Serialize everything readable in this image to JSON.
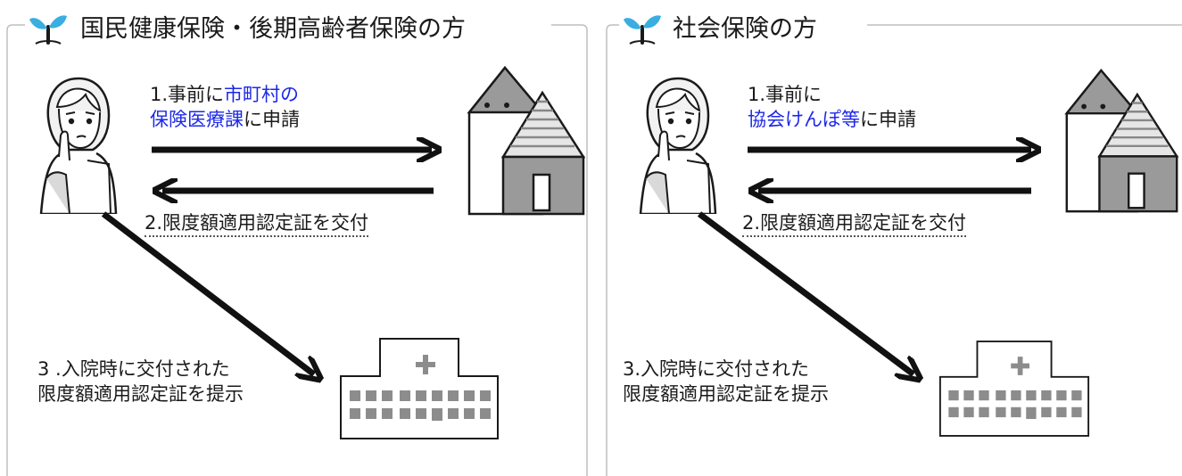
{
  "colors": {
    "frame": "#bfbfbf",
    "link_blue": "#1d28e8",
    "sprout_leaf": "#3aaee0",
    "sprout_stem": "#1a1a1a",
    "building_gray": "#8c8c8c"
  },
  "icons": [
    "sprout-icon",
    "woman-icon",
    "house-icon",
    "hospital-icon",
    "arrow-right-icon",
    "arrow-left-icon",
    "arrow-diagonal-icon"
  ],
  "left": {
    "title": "国民健康保険・後期高齢者保険の方",
    "step1_prefix": "1.事前に",
    "step1_highlight_line1": "市町村の",
    "step1_highlight_line2": "保険医療課",
    "step1_suffix": "に申請",
    "step2": "2.限度額適用認定証を交付",
    "step3_line1": "3 .入院時に交付された",
    "step3_line2": "限度額適用認定証を提示"
  },
  "right": {
    "title": "社会保険の方",
    "step1_prefix": "1.事前に",
    "step1_highlight": "協会けんぽ等",
    "step1_suffix": "に申請",
    "step2": "2.限度額適用認定証を交付",
    "step3_line1": "3.入院時に交付された",
    "step3_line2": "限度額適用認定証を提示"
  }
}
